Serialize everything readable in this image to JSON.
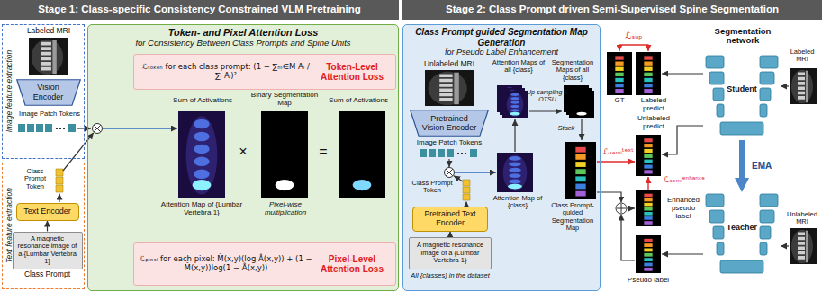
{
  "diagram": {
    "nodes": [
      {
        "text": [
          "Stage 1: Class-specific Consistency Constrained VLM Pretraining"
        ]
      },
      {
        "text": [
          "Stage 2: Class Prompt driven Semi-Supervised Spine Segmentation"
        ]
      },
      {
        "text": [
          "Image feature extraction"
        ]
      },
      {
        "text": [
          "Vision Encoder"
        ],
        "in": 2
      },
      {
        "text": [
          "Text feature extraction"
        ]
      },
      {
        "text": [
          "Text Encoder"
        ],
        "in": 4
      },
      {
        "text": [
          "A magnetic resonance image of a {Lumbar Vertebra 1}",
          "Class Prompt"
        ],
        "in": 4
      },
      {
        "text": [
          "Token- and Pixel Attention Loss",
          "for Consistency Between Class Prompts and Spine Units"
        ]
      },
      {
        "text": [
          "ℒₜₒₖₑₙ for each class prompt: (1 − ∑ₘ∈M Aᵢ / ∑ᵢ Aᵢ)²",
          "Token-Level Attention Loss"
        ],
        "in": 7
      },
      {
        "text": [
          "ℒₚᵢₓₑₗ for each pixel: M̂(x,y)(log Â(x,y)) + (1 − M̂(x,y))log(1 − Â(x,y))",
          "Pixel-Level Attention Loss"
        ],
        "in": 7
      },
      {
        "text": [
          "Class Prompt guided Segmentation Map Generation",
          "for Pseudo Label Enhancement"
        ]
      },
      {
        "text": [
          "Pretrained Vision Encoder"
        ],
        "in": 10
      },
      {
        "text": [
          "Pretrained Text Encoder"
        ],
        "in": 10
      },
      {
        "text": [
          "A magnetic resonance image of a {Lumbar Vertebra 1}"
        ],
        "in": 10
      },
      {
        "text": [
          "Student"
        ]
      },
      {
        "text": [
          "Teacher"
        ]
      }
    ],
    "edges": [
      {
        "from": 6,
        "to": 5,
        "arrow": "to"
      },
      {
        "from": 13,
        "to": 12,
        "arrow": "to"
      },
      {
        "from": 14,
        "to": 15,
        "arrow": "to",
        "label": "EMA"
      }
    ],
    "labels": [
      "Labeled MRI",
      "Image Patch Tokens",
      "Class Prompt Token",
      "Sum of Activations",
      "Binary Segmentation Map",
      "Sum of Activations",
      "×",
      "=",
      "Attention Map of {Lumbar Vertebra 1}",
      "Pixel-wise multiplication",
      "Unlabeled MRI",
      "Image Patch Tokens",
      "Class Prompt Token",
      "All {classes} in the dataset",
      "Attention Maps of all {class}",
      "Segmentation Maps of all {class}",
      "Up-sampling & OTSU",
      "Attention Map of {class}",
      "Stack",
      "Class Prompt-guided Segmentation Map",
      "ℒₛᵤₚ",
      "Segmentation network",
      "GT",
      "Labeled predict",
      "Labeled MRI",
      "Unlabeled predict",
      "ℒₛₑₘᵢᵗᵉˣᵗ",
      "ℒₛₑₘᵢᵉⁿʰᵃⁿᶜᵉ",
      "Enhanced pseudo label",
      "Pseudo label",
      "Unlabeled MRI"
    ]
  }
}
